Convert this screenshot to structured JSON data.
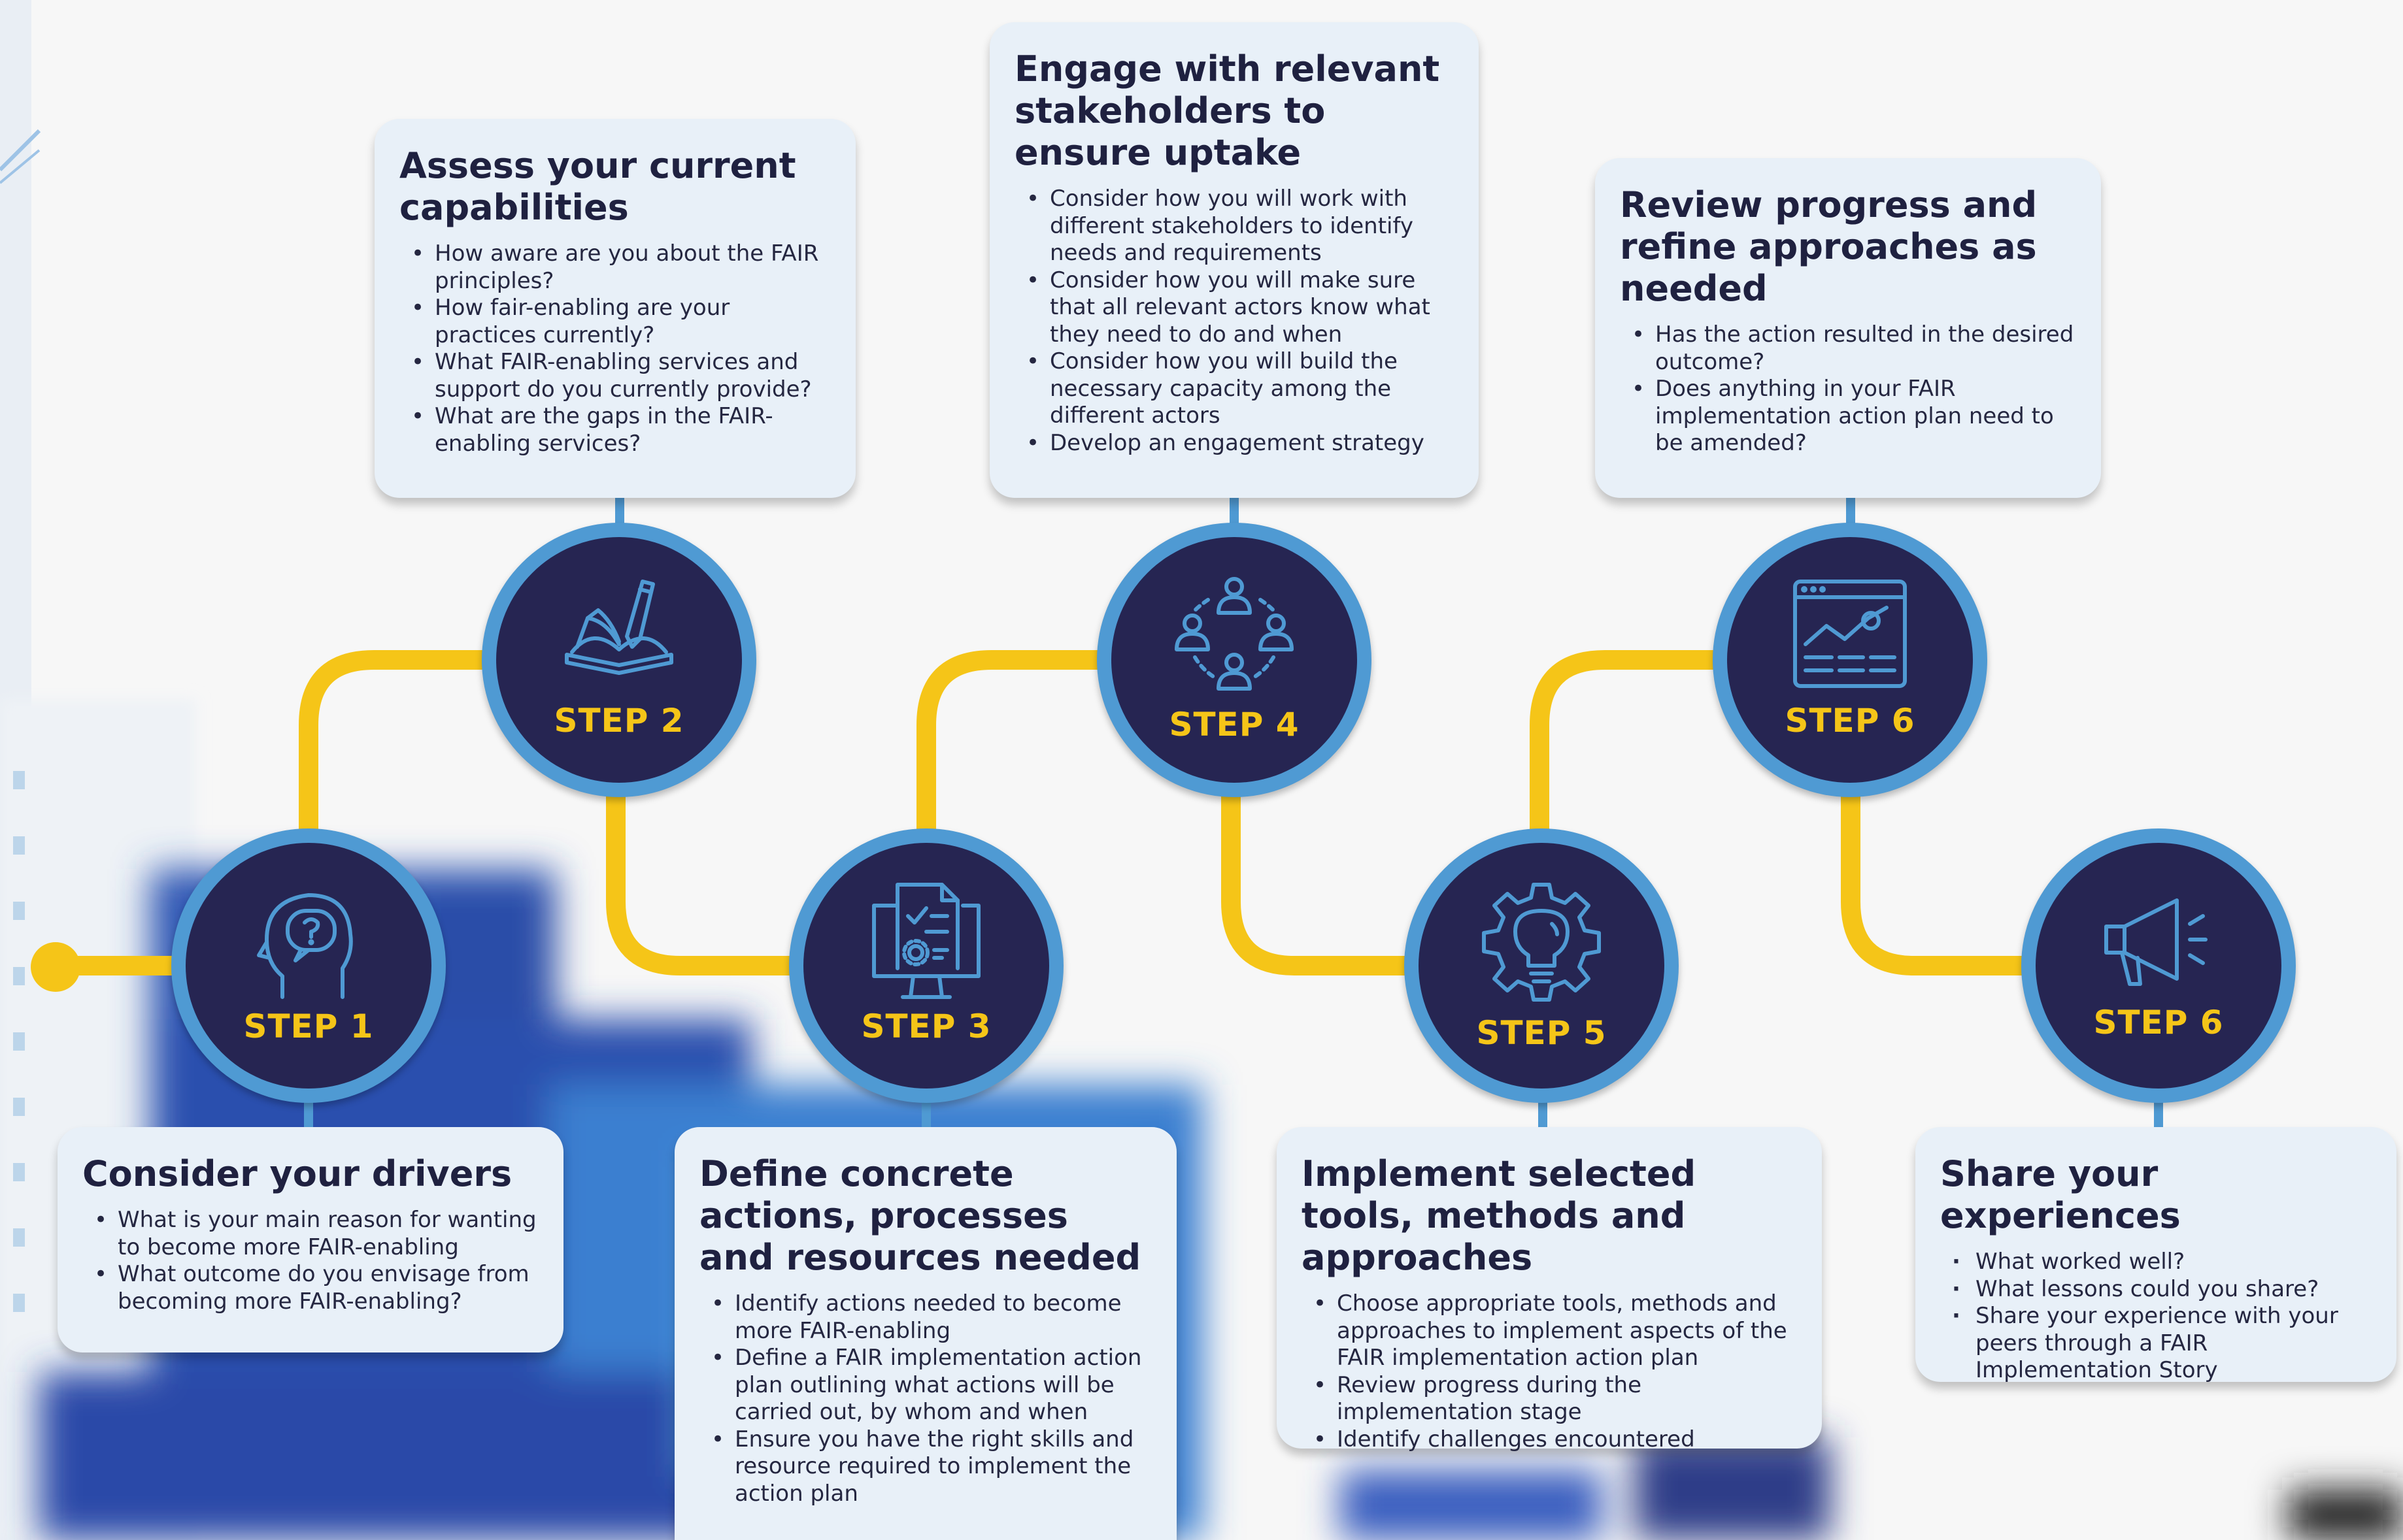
{
  "colors": {
    "connector": "#f5c518",
    "ring": "#4f9ad3",
    "circle": "#262552",
    "step_label": "#f5c518",
    "card_bg": "#e8f0f8",
    "heading": "#1f2140"
  },
  "steps": [
    {
      "label": "STEP 1",
      "icon": "head-question-icon",
      "title": "Consider your drivers",
      "bullets": [
        "What is your main reason for wanting to become more FAIR-enabling",
        "What outcome do you envisage from becoming more FAIR-enabling?"
      ]
    },
    {
      "label": "STEP 2",
      "icon": "book-pencil-icon",
      "title": "Assess your current capabilities",
      "bullets": [
        "How aware are you about the FAIR principles?",
        "How fair-enabling are your practices currently?",
        "What FAIR-enabling services and support do you currently provide?",
        "What are the gaps in the FAIR-enabling services?"
      ]
    },
    {
      "label": "STEP 3",
      "icon": "monitor-document-icon",
      "title": "Define concrete actions, processes and resources needed",
      "bullets": [
        "Identify actions needed to become more FAIR-enabling",
        "Define a FAIR implementation action plan outlining what actions will be carried out, by whom and when",
        "Ensure you have the right skills and resource required to implement the action plan"
      ]
    },
    {
      "label": "STEP 4",
      "icon": "people-circle-icon",
      "title": "Engage with relevant stakeholders to ensure uptake",
      "bullets": [
        "Consider how you will work with different stakeholders to identify needs and requirements",
        "Consider how you will make sure that all relevant actors know what they need to do and when",
        "Consider how you will build the necessary capacity among the different actors",
        "Develop an engagement strategy"
      ]
    },
    {
      "label": "STEP 5",
      "icon": "gear-lightbulb-icon",
      "title": "Implement selected tools, methods and approaches",
      "bullets": [
        "Choose appropriate tools, methods and approaches to implement aspects of the FAIR implementation action plan",
        "Review progress during the implementation stage",
        "Identify challenges encountered"
      ]
    },
    {
      "label": "STEP 6",
      "icon": "browser-chart-icon",
      "title": "Review progress and refine approaches as needed",
      "bullets": [
        "Has the action resulted in the desired outcome?",
        "Does anything in your FAIR implementation action plan need to be amended?"
      ]
    },
    {
      "label": "STEP 6",
      "icon": "megaphone-icon",
      "title": "Share your experiences",
      "bullets": [
        "What worked well?",
        "What lessons could you share?",
        "Share your experience with your peers through a FAIR Implementation Story"
      ]
    }
  ]
}
